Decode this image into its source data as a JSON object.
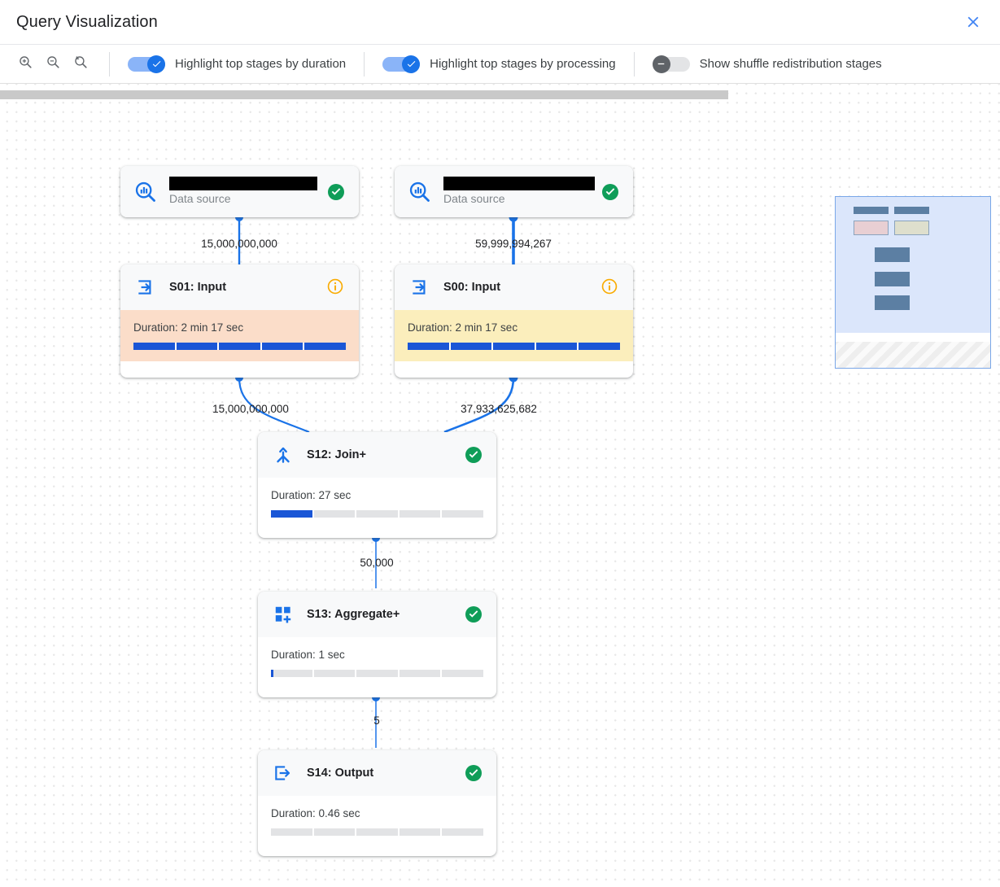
{
  "window": {
    "title": "Query Visualization",
    "close_icon": "close-icon"
  },
  "toolbar": {
    "zoom_in": {
      "icon": "zoom-in-icon",
      "label": "Zoom in"
    },
    "zoom_out": {
      "icon": "zoom-out-icon",
      "label": "Zoom out"
    },
    "zoom_reset": {
      "icon": "zoom-reset-icon",
      "label": "Reset zoom"
    },
    "toggles": [
      {
        "label": "Highlight top stages by duration",
        "state": "on"
      },
      {
        "label": "Highlight top stages by processing",
        "state": "on"
      },
      {
        "label": "Show shuffle redistribution stages",
        "state": "off"
      }
    ]
  },
  "colors": {
    "accent_blue": "#1a73e8",
    "bar_blue": "#1a56d6",
    "success_green": "#0f9d58",
    "info_amber": "#f9ab00",
    "peach": "#fbddc9",
    "cream": "#fbeebc",
    "toggle_on_track": "#8ab4f8",
    "toggle_off_knob": "#5f6368"
  },
  "graph": {
    "nodes": [
      {
        "id": "ds-left",
        "type": "data-source",
        "icon": "data-source-icon",
        "name_redacted": true,
        "subtitle": "Data source",
        "status": "success"
      },
      {
        "id": "ds-right",
        "type": "data-source",
        "icon": "data-source-icon",
        "name_redacted": true,
        "subtitle": "Data source",
        "status": "success"
      },
      {
        "id": "S01",
        "type": "stage",
        "icon": "input-icon",
        "title": "S01: Input",
        "status": "info",
        "duration": "Duration: 2 min 17 sec",
        "duration_pct": 100,
        "highlight": "peach"
      },
      {
        "id": "S00",
        "type": "stage",
        "icon": "input-icon",
        "title": "S00: Input",
        "status": "info",
        "duration": "Duration: 2 min 17 sec",
        "duration_pct": 100,
        "highlight": "cream"
      },
      {
        "id": "S12",
        "type": "stage",
        "icon": "join-icon",
        "title": "S12: Join+",
        "status": "success",
        "duration": "Duration: 27 sec",
        "duration_pct": 20,
        "highlight": "none"
      },
      {
        "id": "S13",
        "type": "stage",
        "icon": "aggregate-icon",
        "title": "S13: Aggregate+",
        "status": "success",
        "duration": "Duration: 1 sec",
        "duration_pct": 1,
        "highlight": "none"
      },
      {
        "id": "S14",
        "type": "stage",
        "icon": "output-icon",
        "title": "S14: Output",
        "status": "success",
        "duration": "Duration: 0.46 sec",
        "duration_pct": 0,
        "highlight": "none"
      }
    ],
    "edges": [
      {
        "from": "ds-left",
        "to": "S01",
        "label": "15,000,000,000"
      },
      {
        "from": "ds-right",
        "to": "S00",
        "label": "59,999,994,267"
      },
      {
        "from": "S01",
        "to": "S12",
        "label": "15,000,000,000"
      },
      {
        "from": "S00",
        "to": "S12",
        "label": "37,933,625,682"
      },
      {
        "from": "S12",
        "to": "S13",
        "label": "50,000"
      },
      {
        "from": "S13",
        "to": "S14",
        "label": "5"
      }
    ]
  },
  "minimap": {
    "label": "graph-minimap"
  }
}
